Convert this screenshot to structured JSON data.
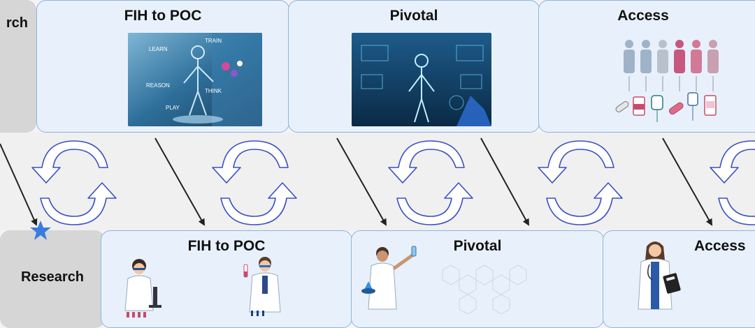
{
  "top_row": {
    "left_label": "rch",
    "panels": [
      {
        "title": "FIH to POC"
      },
      {
        "title": "Pivotal"
      },
      {
        "title": "Access"
      }
    ]
  },
  "bottom_row": {
    "left_label": "Research",
    "panels": [
      {
        "title": "FIH to POC"
      },
      {
        "title": "Pivotal"
      },
      {
        "title": "Access"
      }
    ]
  },
  "image_text": {
    "learn": "LEARN",
    "train": "TRAIN",
    "reason": "REASON",
    "think": "THINK",
    "play": "PLAY"
  },
  "colors": {
    "panel_fill": "#e8f1fb",
    "panel_border": "#8fb3dc",
    "cycle_arrow": "#3a4fbf",
    "star": "#3a7be0"
  }
}
